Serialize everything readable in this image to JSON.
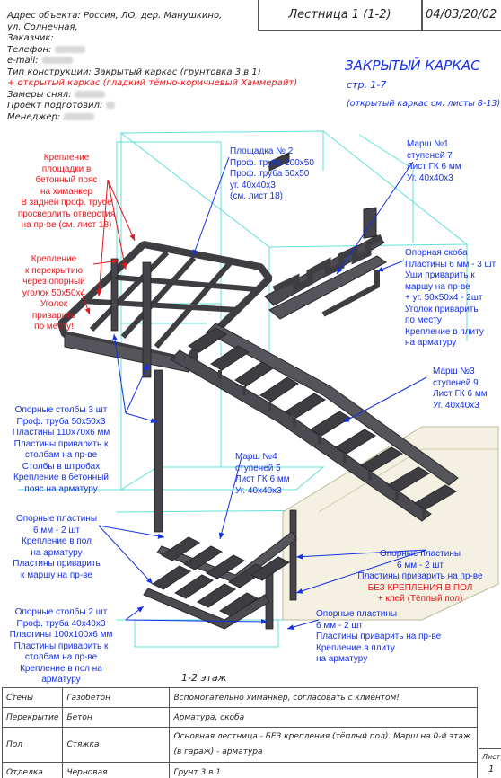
{
  "header": {
    "title": "Лестница 1 (1-2)",
    "date": "04/03/20/02"
  },
  "info_lines": [
    "Адрес объекта: Россия, ЛО, дер. Манушкино,",
    "ул. Солнечная,",
    "Заказчик:",
    "Телефон:",
    "e-mail:",
    "Тип конструкции: Закрытый каркас (грунтовка 3 в 1)"
  ],
  "info_red": "+ открытый каркас (гладкий тёмно-коричневый Хаммерайт)",
  "info_lines2": [
    "Замеры снял:",
    "Проект подготовил:",
    "Менеджер:"
  ],
  "blue_title": {
    "main": "ЗАКРЫТЫЙ КАРКАС",
    "pages": "стр. 1-7",
    "note": "(открытый каркас см. листы 8-13)"
  },
  "notes": {
    "red_left_top": [
      "Крепление",
      "площадки в",
      "бетонный пояс",
      "на химанкер",
      "В задней проф. трубе",
      "просверлить отверстия",
      "на пр-ве (см. лист 18)"
    ],
    "red_left_mid": [
      "Крепление",
      "к перекрытию",
      "через опорный",
      "уголок 50x50x4",
      "Уголок",
      "приварить",
      "по месту!"
    ],
    "platform": [
      "Площадка № 2",
      "Проф. труба 100x50",
      "Проф. труба 50x50",
      "уг. 40x40x3",
      "(см. лист 18)"
    ],
    "march1": [
      "Марш №1",
      "ступеней 7",
      "Лист ГК 6 мм",
      "Уг. 40x40x3"
    ],
    "bracket": [
      "Опорная скоба",
      "Пластины 6 мм - 3 шт",
      "Уши приварить к",
      "маршу на пр-ве",
      "+ уг. 50x50x4 - 2шт",
      "Уголок приварить",
      "по месту",
      "Крепление в плиту",
      "на арматуру"
    ],
    "march3": [
      "Марш №3",
      "ступеней 9",
      "Лист ГК 6 мм",
      "Уг. 40x40x3"
    ],
    "posts3": [
      "Опорные столбы 3 шт",
      "Проф. труба 50x50x3",
      "Пластины 110x70x6 мм",
      "Пластины приварить к",
      "столбам на пр-ве",
      "Столбы в штробах",
      "Крепление в бетонный",
      "пояс на арматуру"
    ],
    "march4": [
      "Марш №4",
      "ступеней 5",
      "Лист ГК 6 мм",
      "Уг. 40x40x3"
    ],
    "plates_left": [
      "Опорные пластины",
      "6 мм - 2 шт",
      "Крепление в пол",
      "на арматуру",
      "Пластины приварить",
      "к маршу на пр-ве"
    ],
    "plates_right": [
      "Опорные пластины",
      "6 мм - 2 шт",
      "Пластины приварить на пр-ве"
    ],
    "plates_right_red": "БЕЗ КРЕПЛЕНИЯ В ПОЛ",
    "plates_right_red2": "+ клей (Тёплый пол)",
    "posts2": [
      "Опорные столбы 2 шт",
      "Проф. труба 40x40x3",
      "Пластины 100x100x6 мм",
      "Пластины приварить к",
      "столбам на пр-ве",
      "Крепление в пол на",
      "арматуру"
    ],
    "plates_bottom": [
      "Опорные пластины",
      "6 мм - 2 шт",
      "Пластины приварить на пр-ве",
      "Крепление в плиту",
      "на арматуру"
    ]
  },
  "floor_label": "1-2 этаж",
  "table": [
    {
      "name": "Стены",
      "material": "Газобетон",
      "note": "Вспомогательно химанкер, согласовать с клиентом!"
    },
    {
      "name": "Перекрытие",
      "material": "Бетон",
      "note": "Арматура, скоба"
    },
    {
      "name": "Пол",
      "material": "Стяжка",
      "note": "Основная лестница - БЕЗ крепления (тёплый пол). Марш на 0-й этаж (в гараж) - арматура"
    },
    {
      "name": "Отделка",
      "material": "Черновая",
      "note": "Грунт 3 в 1"
    }
  ],
  "sheet_box": {
    "label": "Лист",
    "value": "1"
  },
  "colors": {
    "red": "#e8171c",
    "blue": "#1530e6",
    "steel": "#3d3d42",
    "guide": "#5ee0d8"
  }
}
